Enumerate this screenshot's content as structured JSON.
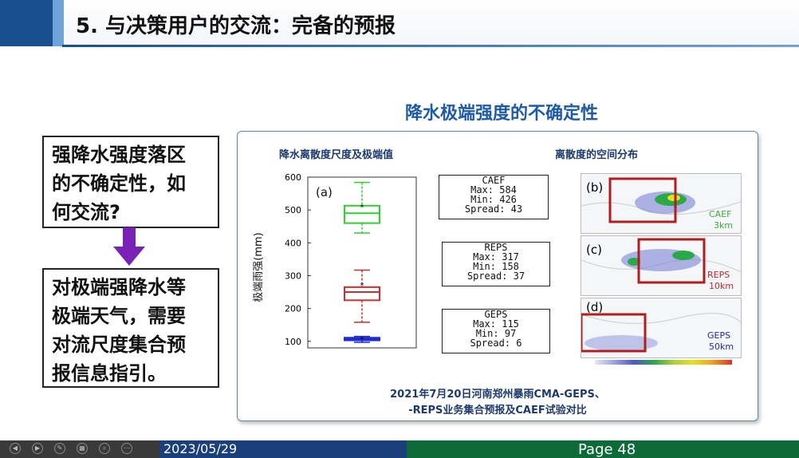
{
  "slide": {
    "title": "5. 与决策用户的交流：完备的预报",
    "left_box_top": [
      "强降水强度落区",
      "的不确定性，如",
      "何交流?"
    ],
    "left_box_bottom": [
      "对极端强降水等",
      "极端天气，需要",
      "对流尺度集合预",
      "报信息指引。"
    ],
    "panel_title": "降水极端强度的不确定性",
    "sub_left": "降水离散度尺度及极端值",
    "sub_right": "离散度的空间分布",
    "ylabel": "极端雨强(mm)",
    "yticks": [
      "600",
      "500",
      "400",
      "300",
      "200",
      "100"
    ],
    "panel_a_label": "(a)",
    "stats": [
      {
        "name": "CAEF",
        "max": "Max: 584",
        "min": "Min: 426",
        "spread": "Spread: 43"
      },
      {
        "name": "REPS",
        "max": "Max: 317",
        "min": "Min: 158",
        "spread": "Spread: 37"
      },
      {
        "name": "GEPS",
        "max": "Max: 115",
        "min": "Min: 97",
        "spread": "Spread: 6"
      }
    ],
    "maps": [
      {
        "label": "(b)",
        "model": "CAEF",
        "res": "3km",
        "color": "#3fae3f"
      },
      {
        "label": "(c)",
        "model": "REPS",
        "res": "10km",
        "color": "#c0282f"
      },
      {
        "label": "(d)",
        "model": "GEPS",
        "res": "50km",
        "color": "#2a2aa0"
      }
    ],
    "caption_line1": "2021年7月20日河南郑州暴雨CMA-GEPS、",
    "caption_line2": "-REPS业务集合预报及CAEF试验对比"
  },
  "chart_data": {
    "type": "box",
    "ylabel": "极端雨强(mm)",
    "ylim": [
      80,
      600
    ],
    "series": [
      {
        "name": "CAEF",
        "color": "#2bd42b",
        "min": 430,
        "q1": 460,
        "median": 490,
        "q3": 513,
        "max": 584,
        "mean": 510
      },
      {
        "name": "REPS",
        "color": "#d42b2b",
        "min": 158,
        "q1": 225,
        "median": 250,
        "q3": 265,
        "max": 317,
        "mean": 272
      },
      {
        "name": "GEPS",
        "color": "#1f2bd4",
        "min": 97,
        "q1": 103,
        "median": 107,
        "q3": 111,
        "max": 115,
        "mean": 108
      }
    ]
  },
  "footer": {
    "date": "2023/05/29",
    "page": "Page 48"
  },
  "colors": {
    "accent": "#1a4f8e",
    "footer": "#1b3f7a",
    "page_bg": "#0d6b3a",
    "arrow": "#7a22b6"
  }
}
